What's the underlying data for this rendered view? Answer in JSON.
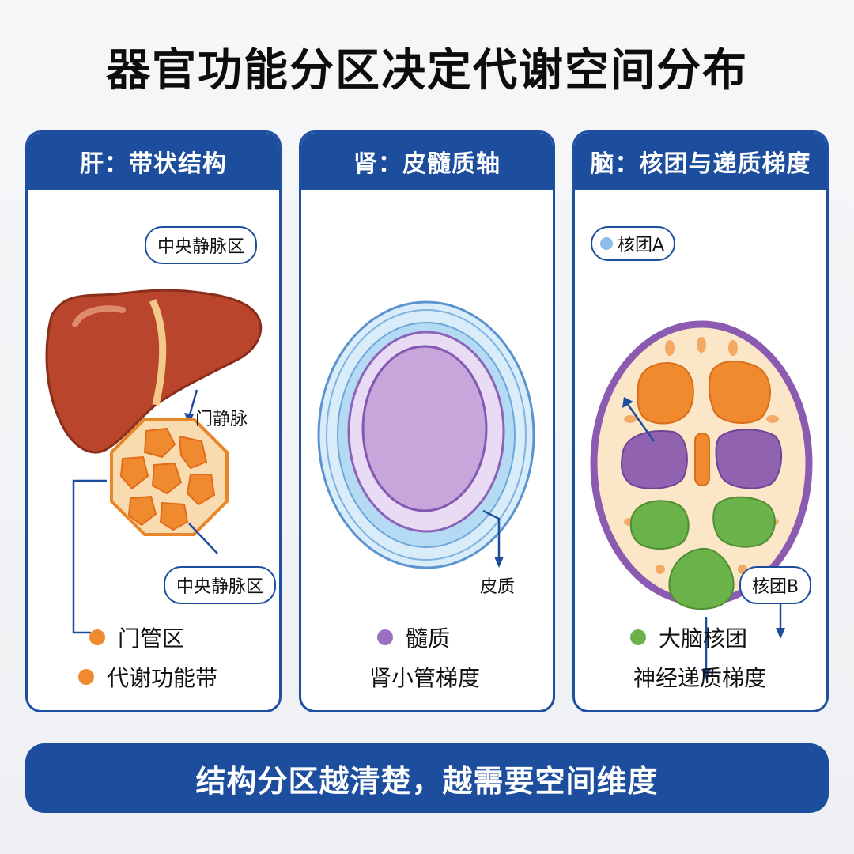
{
  "title": "器官功能分区决定代谢空间分布",
  "colors": {
    "header_blue": "#1d4e9e",
    "liver_red": "#b8452c",
    "lobule_orange": "#f08a2e",
    "kidney_purple": "#c7a6dc",
    "kidney_blue": "#a9d3f0",
    "brain_purple": "#8a5bb0",
    "brain_green": "#6bb24a"
  },
  "panels": [
    {
      "header": "肝：带状结构",
      "callouts": [
        "中央静脉区",
        "中央静脉区"
      ],
      "labels": [
        "门静脉"
      ],
      "legend": [
        {
          "text": "门管区",
          "color": "#f08a2e"
        },
        {
          "text": "代谢功能带",
          "color": "#f08a2e"
        }
      ]
    },
    {
      "header": "肾：皮髓质轴",
      "labels": [
        "皮质"
      ],
      "legend": [
        {
          "text": "髓质",
          "color": "#9b6fc1"
        }
      ],
      "subtext": "肾小管梯度"
    },
    {
      "header": "脑：核团与递质梯度",
      "callouts": [
        "核团A",
        "核团B"
      ],
      "legend": [
        {
          "text": "大脑核团",
          "color": "#6bb24a"
        }
      ],
      "subtext": "神经递质梯度"
    }
  ],
  "banner": "结构分区越清楚，越需要空间维度"
}
